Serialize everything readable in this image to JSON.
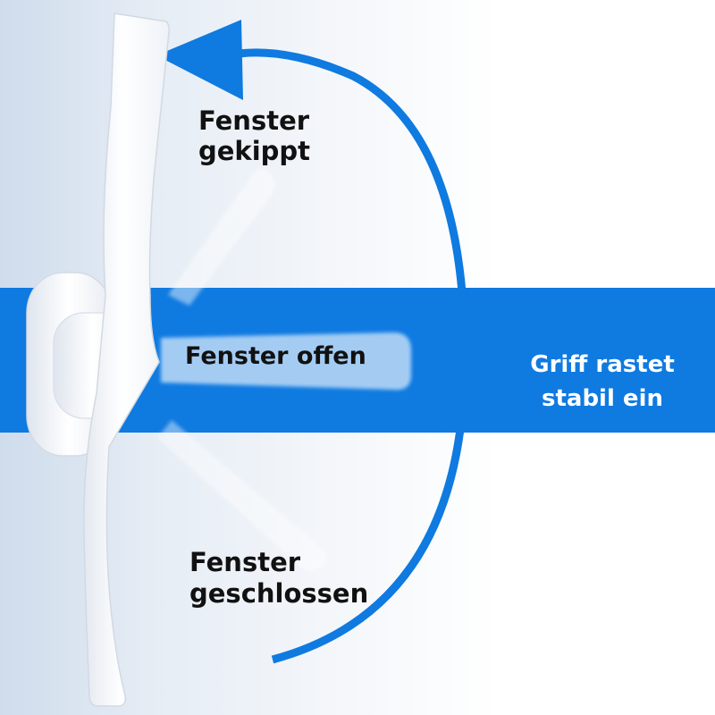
{
  "labels": {
    "tilted": [
      "Fenster",
      "gekippt"
    ],
    "open": "Fenster offen",
    "closed": [
      "Fenster",
      "geschlossen"
    ],
    "snap": [
      "Griff rastet",
      "stabil ein"
    ]
  },
  "colors": {
    "accent_blue": "#0f7ae0",
    "handle_white": "#ffffff",
    "text_dark": "#111111",
    "text_light": "#ffffff"
  },
  "icons": [
    "rotation-arrow-icon"
  ]
}
